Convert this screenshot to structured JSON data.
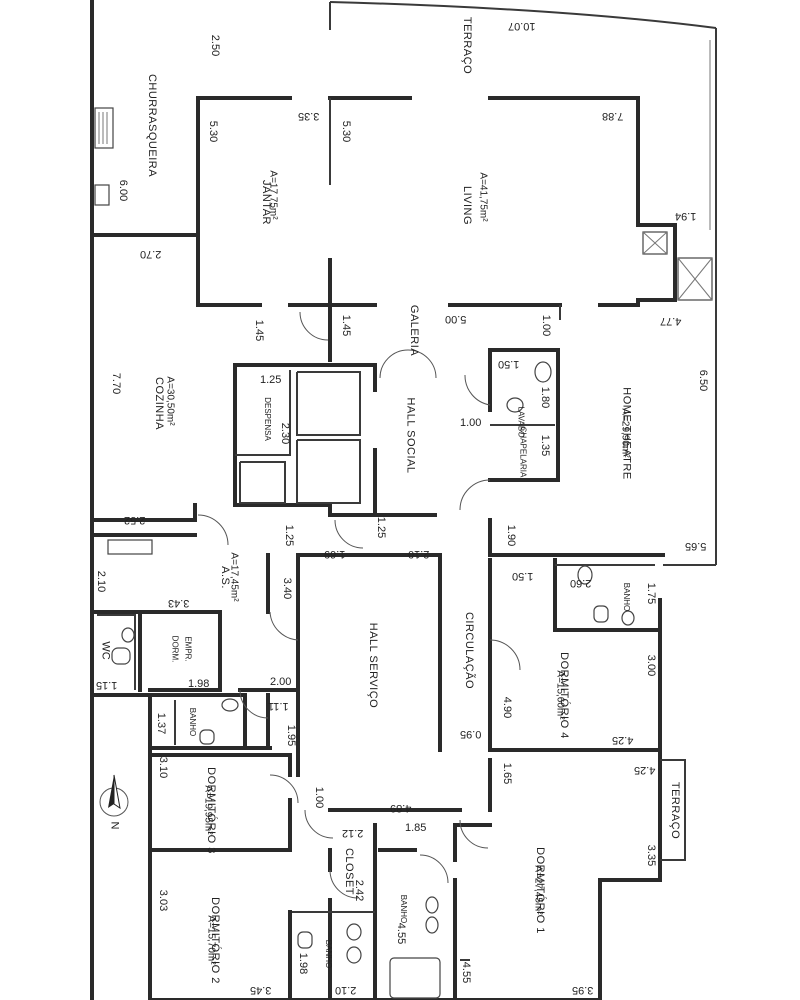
{
  "rooms": {
    "terraco_top": "TERRAÇO",
    "churrasqueira": "CHURRASQUEIRA",
    "jantar": "JANTAR",
    "jantar_area": "A=17,75m²",
    "living": "LIVING",
    "living_area": "A=41,75m²",
    "galeria": "GALERIA",
    "cozinha": "COZINHA",
    "cozinha_area": "A=30,50m²",
    "despensa": "DESPENSA",
    "hall_social": "HALL SOCIAL",
    "lavabo": "LAVABO",
    "chapelaria": "CHAPELARIA",
    "home_theatre": "HOME THEATRE",
    "home_theatre_area": "A=29,90m²",
    "as": "A.S.",
    "as_area": "A=17,45m²",
    "wc": "WC",
    "dorm_empr": "DORM.",
    "dorm_empr2": "EMPR.",
    "hall_servico": "HALL SERVIÇO",
    "circulacao": "CIRCULAÇÃO",
    "banho_empr": "BANHO",
    "banho_d4": "BANHO",
    "dormitorio4": "DORMITÓRIO 4",
    "dormitorio4_area": "A=15,60m²",
    "dormitorio3": "DORMITÓRIO 3",
    "dormitorio3_area": "A=19,95m²",
    "closet": "CLOSET",
    "banho_suite": "BANHO",
    "banho_d2": "BANHO",
    "dormitorio1": "DORMITÓRIO 1",
    "dormitorio1_area": "A=27,45m²",
    "terraco_right": "TERRAÇO",
    "dormitorio2": "DORMITÓRIO 2",
    "dormitorio2_area": "A=15,70m²",
    "north": "N"
  },
  "dims": {
    "d_1007": "10.07",
    "d_250": "2.50",
    "d_335": "3.35",
    "d_530a": "5.30",
    "d_530b": "5.30",
    "d_788": "7.88",
    "d_600": "6.00",
    "d_194": "1.94",
    "d_270": "2.70",
    "d_145a": "1.45",
    "d_145b": "1.45",
    "d_500": "5.00",
    "d_100a": "1.00",
    "d_477": "4.77",
    "d_770": "7.70",
    "d_125a": "1.25",
    "d_230": "2.30",
    "d_150a": "1.50",
    "d_180": "1.80",
    "d_100b": "1.00",
    "d_135": "1.35",
    "d_650": "6.50",
    "d_252": "2.52",
    "d_125b": "1.25",
    "d_125c": "1.25",
    "d_190": "1.90",
    "d_565": "5.65",
    "d_169": "1.69",
    "d_210a": "2.10",
    "d_210b": "2.10",
    "d_340": "3.40",
    "d_343": "3.43",
    "d_150b": "1.50",
    "d_260": "2.60",
    "d_175": "1.75",
    "d_300": "3.00",
    "d_115": "1.15",
    "d_198a": "1.98",
    "d_200": "2.00",
    "d_137": "1.37",
    "d_111": "1.11",
    "d_195": "1.95",
    "d_490": "4.90",
    "d_095": "0.95",
    "d_425a": "4.25",
    "d_310": "3.10",
    "d_100c": "1.00",
    "d_165": "1.65",
    "d_425b": "4.25",
    "d_489": "4.89",
    "d_212": "2.12",
    "d_185": "1.85",
    "d_335b": "3.35",
    "d_303": "3.03",
    "d_242": "2.42",
    "d_455a": "4.55",
    "d_455b": "4.55",
    "d_198b": "1.98",
    "d_345": "3.45",
    "d_210c": "2.10",
    "d_395": "3.95"
  }
}
